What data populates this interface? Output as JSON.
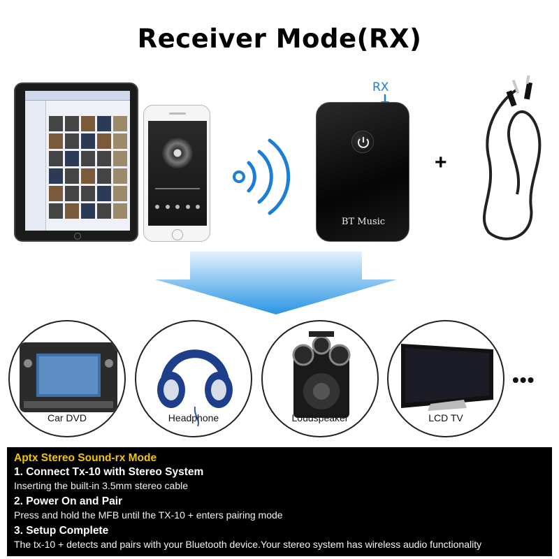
{
  "title": "Receiver Mode(RX)",
  "rx_label": "RX",
  "device_label": "BT Music",
  "plus_sign": "+",
  "outputs": [
    {
      "label": "Car DVD",
      "icon": "car-dvd-icon"
    },
    {
      "label": "Headphone",
      "icon": "headphone-icon"
    },
    {
      "label": "Loudspeaker",
      "icon": "loudspeaker-icon"
    },
    {
      "label": "LCD TV",
      "icon": "lcd-tv-icon"
    }
  ],
  "more": "•••",
  "info": {
    "mode_title": "Aptx Stereo Sound-rx Mode",
    "steps": [
      {
        "title": "1. Connect Tx-10 with Stereo System",
        "desc": "Inserting the built-in 3.5mm stereo cable"
      },
      {
        "title": "2. Power On and Pair",
        "desc": "Press and hold the MFB until the TX-10 + enters pairing mode"
      },
      {
        "title": "3. Setup Complete",
        "desc": "The tx-10 + detects and pairs with your Bluetooth device.Your stereo system has wireless audio functionality"
      }
    ]
  },
  "colors": {
    "accent_blue": "#1c7fd6",
    "mode_yellow": "#f2c400",
    "info_bg": "#000000"
  }
}
